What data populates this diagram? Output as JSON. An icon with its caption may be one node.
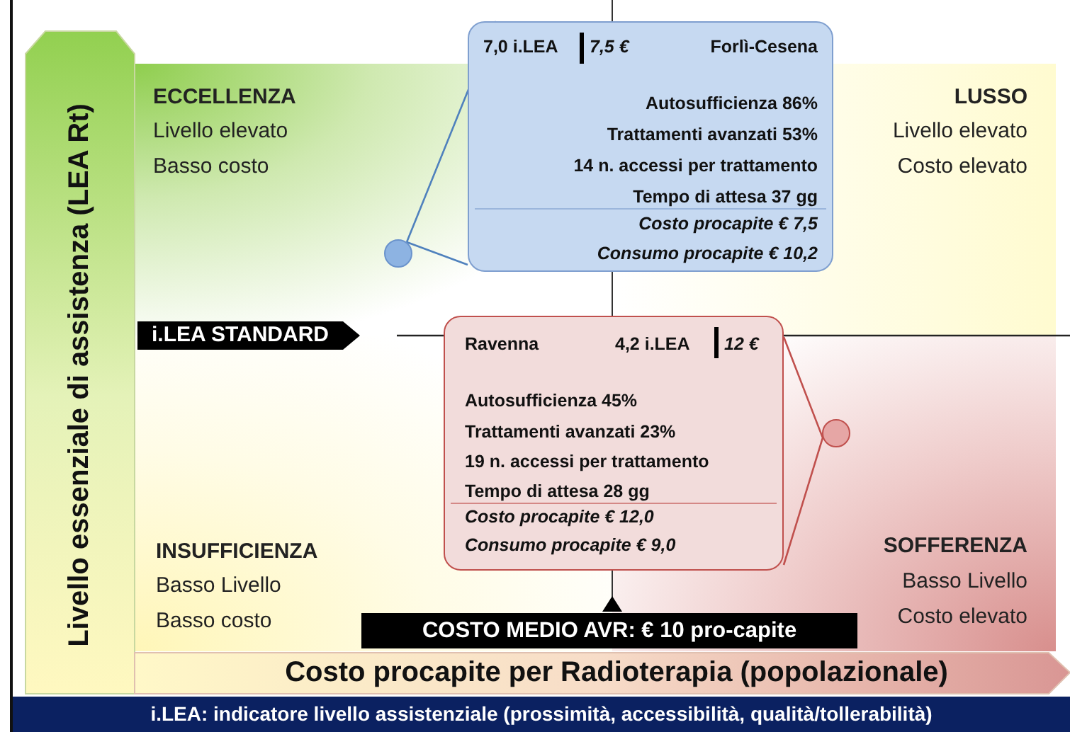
{
  "diagram": {
    "caption": "i.LEA: indicatore livello assistenziale (prossimità, accessibilità, qualità/tollerabilità)",
    "nodes": [
      {
        "text": [
          "7,0 i.LEA",
          "7,5 €",
          "Forlì-Cesena",
          "Autosufficienza 86%",
          "Trattamenti avanzati 53%",
          "14 n. accessi per trattamento",
          "Tempo di attesa 37 gg",
          "Costo procapite € 7,5",
          "Consumo procapite € 10,2"
        ]
      },
      {
        "text": [],
        "shape": "circle"
      },
      {
        "text": [
          "Ravenna",
          "4,2 i.LEA",
          "12 €",
          "Autosufficienza 45%",
          "Trattamenti avanzati 23%",
          "19 n. accessi per trattamento",
          "Tempo di attesa 28 gg",
          "Costo procapite € 12,0",
          "Consumo procapite € 9,0"
        ]
      },
      {
        "text": [],
        "shape": "circle"
      }
    ],
    "edges": [
      {
        "from": 0,
        "to": 1,
        "arrow": "none",
        "color": "#4f81bd"
      },
      {
        "from": 2,
        "to": 3,
        "arrow": "none",
        "color": "#c0504d"
      }
    ],
    "labels": [
      "ECCELLENZA",
      "Livello elevato",
      "Basso costo",
      "LUSSO",
      "Livello elevato",
      "Costo elevato",
      "Livello essenziale di assistenza (LEA Rt)",
      "i.LEA STANDARD",
      "INSUFFICIENZA",
      "Basso Livello",
      "Basso costo",
      "SOFFERENZA",
      "Basso Livello",
      "Costo elevato",
      "COSTO MEDIO AVR: € 10 pro-capite",
      "Costo procapite per Radioterapia (popolazionale)"
    ]
  }
}
